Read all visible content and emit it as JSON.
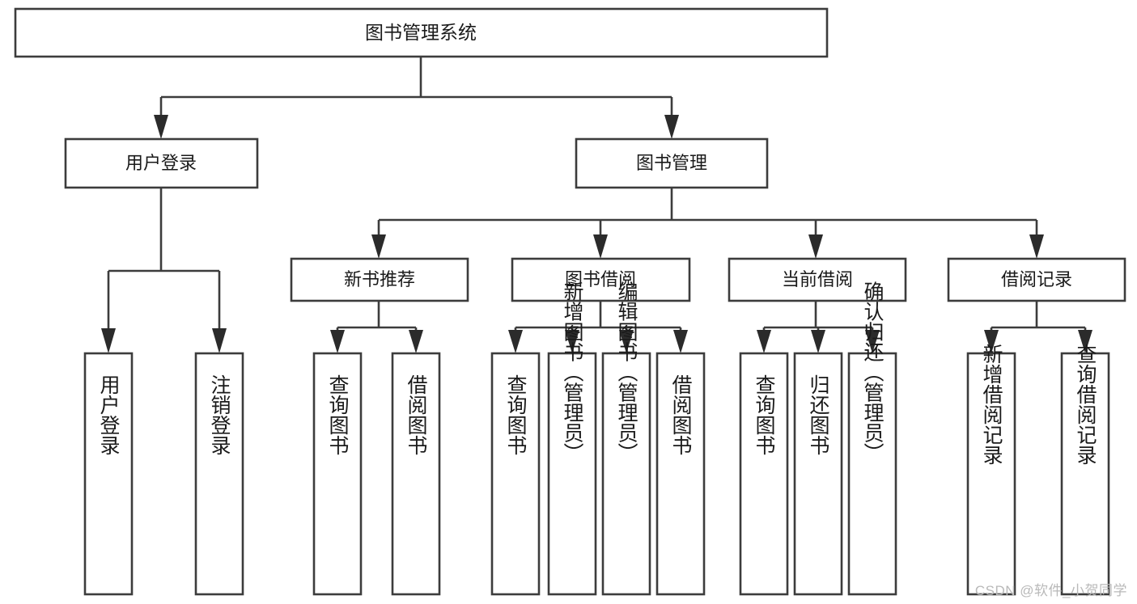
{
  "diagram": {
    "type": "tree-hierarchy-chart",
    "title": "图书管理系统",
    "watermark": "CSDN @软件_小贺同学",
    "colors": {
      "background": "#ffffff",
      "box_stroke": "#3c3c3c",
      "box_fill": "#ffffff",
      "text": "#1a1a1a",
      "edge": "#3c3c3c",
      "watermark": "#b9b9b9"
    },
    "levels": [
      {
        "level": 0,
        "nodes": [
          {
            "id": "root",
            "label": "图书管理系统",
            "orientation": "horizontal"
          }
        ]
      },
      {
        "level": 1,
        "nodes": [
          {
            "id": "user-login",
            "label": "用户登录",
            "orientation": "horizontal",
            "parent": "root"
          },
          {
            "id": "book-manage",
            "label": "图书管理",
            "orientation": "horizontal",
            "parent": "root"
          }
        ]
      },
      {
        "level": 2,
        "nodes": [
          {
            "id": "new-book-rec",
            "label": "新书推荐",
            "orientation": "horizontal",
            "parent": "book-manage"
          },
          {
            "id": "book-borrow",
            "label": "图书借阅",
            "orientation": "horizontal",
            "parent": "book-manage"
          },
          {
            "id": "current-borrow",
            "label": "当前借阅",
            "orientation": "horizontal",
            "parent": "book-manage"
          },
          {
            "id": "borrow-record",
            "label": "借阅记录",
            "orientation": "horizontal",
            "parent": "book-manage"
          }
        ]
      },
      {
        "level": 3,
        "nodes": [
          {
            "id": "leaf-user-login",
            "label": "用户登录",
            "orientation": "vertical",
            "parent": "user-login"
          },
          {
            "id": "leaf-user-logout",
            "label": "注销登录",
            "orientation": "vertical",
            "parent": "user-login"
          },
          {
            "id": "leaf-query-book-1",
            "label": "查询图书",
            "orientation": "vertical",
            "parent": "new-book-rec"
          },
          {
            "id": "leaf-borrow-book-1",
            "label": "借阅图书",
            "orientation": "vertical",
            "parent": "new-book-rec"
          },
          {
            "id": "leaf-query-book-2",
            "label": "查询图书",
            "orientation": "vertical",
            "parent": "book-borrow"
          },
          {
            "id": "leaf-add-book",
            "label": "新增图书（管理员）",
            "orientation": "vertical",
            "parent": "book-borrow"
          },
          {
            "id": "leaf-edit-book",
            "label": "编辑图书（管理员）",
            "orientation": "vertical",
            "parent": "book-borrow"
          },
          {
            "id": "leaf-borrow-book-2",
            "label": "借阅图书",
            "orientation": "vertical",
            "parent": "book-borrow"
          },
          {
            "id": "leaf-query-book-3",
            "label": "查询图书",
            "orientation": "vertical",
            "parent": "current-borrow"
          },
          {
            "id": "leaf-return-book",
            "label": "归还图书",
            "orientation": "vertical",
            "parent": "current-borrow"
          },
          {
            "id": "leaf-confirm-return",
            "label": "确认归还（管理员）",
            "orientation": "vertical",
            "parent": "current-borrow"
          },
          {
            "id": "leaf-add-record",
            "label": "新增借阅记录",
            "orientation": "vertical",
            "parent": "borrow-record"
          },
          {
            "id": "leaf-query-record",
            "label": "查询借阅记录",
            "orientation": "vertical",
            "parent": "borrow-record"
          }
        ]
      }
    ],
    "edges": [
      {
        "from": "root",
        "to": "user-login"
      },
      {
        "from": "root",
        "to": "book-manage"
      },
      {
        "from": "user-login",
        "to": "leaf-user-login"
      },
      {
        "from": "user-login",
        "to": "leaf-user-logout"
      },
      {
        "from": "book-manage",
        "to": "new-book-rec"
      },
      {
        "from": "book-manage",
        "to": "book-borrow"
      },
      {
        "from": "book-manage",
        "to": "current-borrow"
      },
      {
        "from": "book-manage",
        "to": "borrow-record"
      },
      {
        "from": "new-book-rec",
        "to": "leaf-query-book-1"
      },
      {
        "from": "new-book-rec",
        "to": "leaf-borrow-book-1"
      },
      {
        "from": "book-borrow",
        "to": "leaf-query-book-2"
      },
      {
        "from": "book-borrow",
        "to": "leaf-add-book"
      },
      {
        "from": "book-borrow",
        "to": "leaf-edit-book"
      },
      {
        "from": "book-borrow",
        "to": "leaf-borrow-book-2"
      },
      {
        "from": "current-borrow",
        "to": "leaf-query-book-3"
      },
      {
        "from": "current-borrow",
        "to": "leaf-return-book"
      },
      {
        "from": "current-borrow",
        "to": "leaf-confirm-return"
      },
      {
        "from": "borrow-record",
        "to": "leaf-add-record"
      },
      {
        "from": "borrow-record",
        "to": "leaf-query-record"
      }
    ]
  }
}
